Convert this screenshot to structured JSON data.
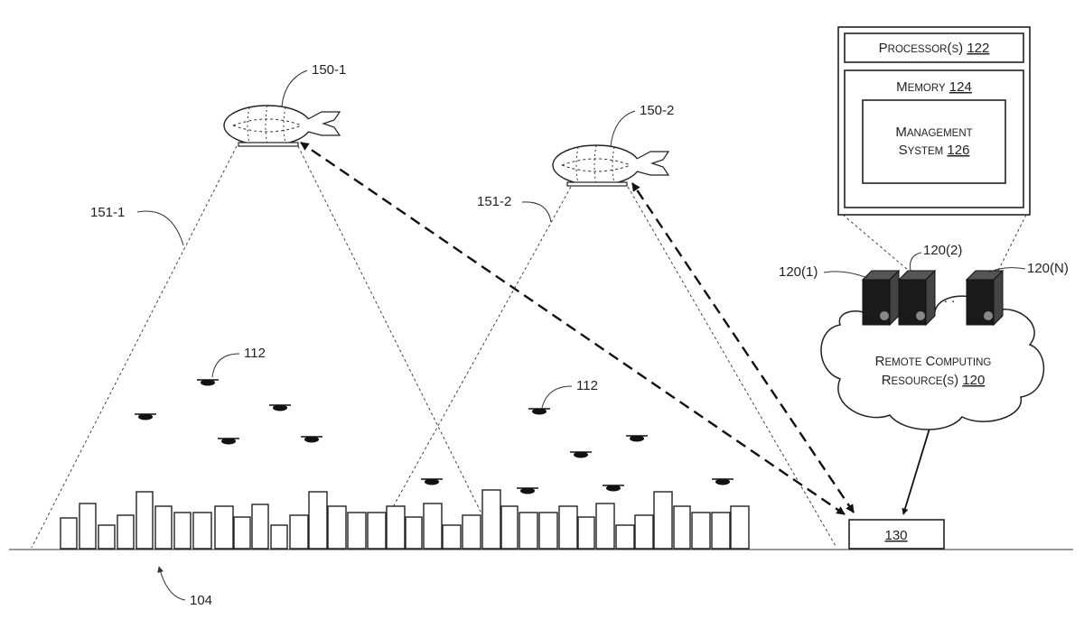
{
  "labels": {
    "aerial_1": "150-1",
    "aerial_2": "150-2",
    "coverage_1": "151-1",
    "coverage_2": "151-2",
    "uav_group_1": "112",
    "uav_group_2": "112",
    "area": "104",
    "station": "130",
    "server_1": "120(1)",
    "server_2": "120(2)",
    "server_n": "120(N)",
    "ellipsis": ". ."
  },
  "system": {
    "processor_label": "Processor(s)",
    "processor_ref": "122",
    "memory_label": "Memory",
    "memory_ref": "124",
    "mgmt_line1": "Management",
    "mgmt_line2": "System",
    "mgmt_ref": "126"
  },
  "cloud": {
    "line1": "Remote Computing",
    "line2": "Resource(s)",
    "ref": "120"
  }
}
